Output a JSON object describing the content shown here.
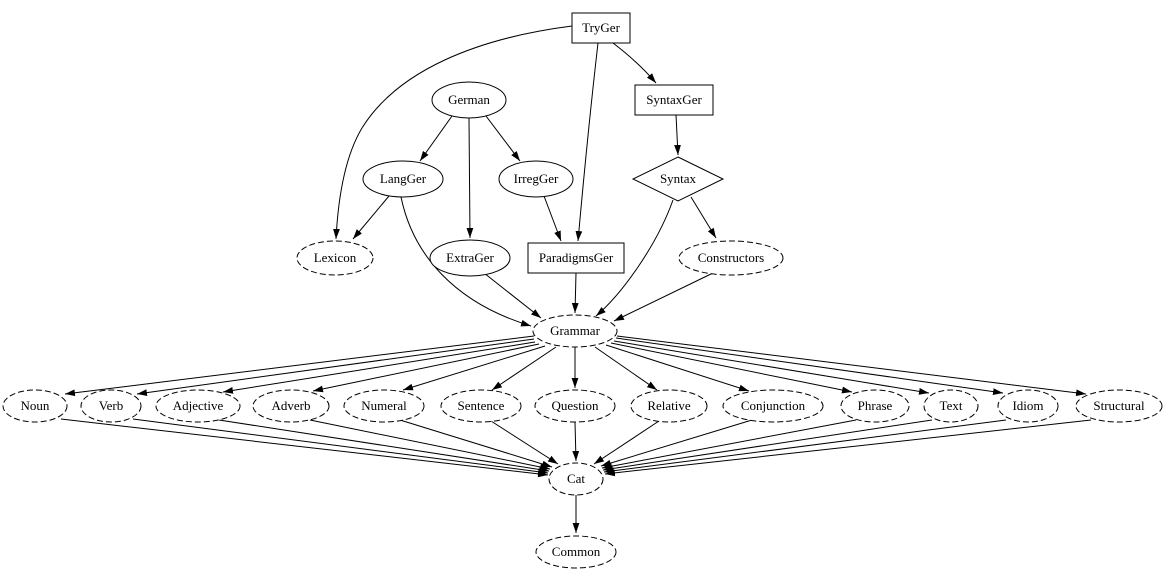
{
  "diagram": {
    "type": "dependency-graph",
    "colors": {
      "background": "#ffffff",
      "stroke": "#000000",
      "text": "#000000"
    },
    "nodes": {
      "tryger": {
        "label": "TryGer",
        "shape": "box",
        "style": "solid"
      },
      "german": {
        "label": "German",
        "shape": "ellipse",
        "style": "solid"
      },
      "syntaxger": {
        "label": "SyntaxGer",
        "shape": "box",
        "style": "solid"
      },
      "langger": {
        "label": "LangGer",
        "shape": "ellipse",
        "style": "solid"
      },
      "irregger": {
        "label": "IrregGer",
        "shape": "ellipse",
        "style": "solid"
      },
      "syntax": {
        "label": "Syntax",
        "shape": "diamond",
        "style": "solid"
      },
      "lexicon": {
        "label": "Lexicon",
        "shape": "ellipse",
        "style": "dashed"
      },
      "extrager": {
        "label": "ExtraGer",
        "shape": "ellipse",
        "style": "solid"
      },
      "paradigmsger": {
        "label": "ParadigmsGer",
        "shape": "box",
        "style": "solid"
      },
      "constructors": {
        "label": "Constructors",
        "shape": "ellipse",
        "style": "dashed"
      },
      "grammar": {
        "label": "Grammar",
        "shape": "ellipse",
        "style": "dashed"
      },
      "noun": {
        "label": "Noun",
        "shape": "ellipse",
        "style": "dashed"
      },
      "verb": {
        "label": "Verb",
        "shape": "ellipse",
        "style": "dashed"
      },
      "adjective": {
        "label": "Adjective",
        "shape": "ellipse",
        "style": "dashed"
      },
      "adverb": {
        "label": "Adverb",
        "shape": "ellipse",
        "style": "dashed"
      },
      "numeral": {
        "label": "Numeral",
        "shape": "ellipse",
        "style": "dashed"
      },
      "sentence": {
        "label": "Sentence",
        "shape": "ellipse",
        "style": "dashed"
      },
      "question": {
        "label": "Question",
        "shape": "ellipse",
        "style": "dashed"
      },
      "relative": {
        "label": "Relative",
        "shape": "ellipse",
        "style": "dashed"
      },
      "conjunction": {
        "label": "Conjunction",
        "shape": "ellipse",
        "style": "dashed"
      },
      "phrase": {
        "label": "Phrase",
        "shape": "ellipse",
        "style": "dashed"
      },
      "text": {
        "label": "Text",
        "shape": "ellipse",
        "style": "dashed"
      },
      "idiom": {
        "label": "Idiom",
        "shape": "ellipse",
        "style": "dashed"
      },
      "structural": {
        "label": "Structural",
        "shape": "ellipse",
        "style": "dashed"
      },
      "cat": {
        "label": "Cat",
        "shape": "ellipse",
        "style": "dashed"
      },
      "common": {
        "label": "Common",
        "shape": "ellipse",
        "style": "dashed"
      }
    },
    "edges": [
      [
        "TryGer",
        "SyntaxGer"
      ],
      [
        "TryGer",
        "ParadigmsGer"
      ],
      [
        "TryGer",
        "Lexicon"
      ],
      [
        "German",
        "LangGer"
      ],
      [
        "German",
        "IrregGer"
      ],
      [
        "German",
        "ExtraGer"
      ],
      [
        "SyntaxGer",
        "Syntax"
      ],
      [
        "LangGer",
        "Lexicon"
      ],
      [
        "LangGer",
        "Grammar"
      ],
      [
        "IrregGer",
        "ParadigmsGer"
      ],
      [
        "Syntax",
        "Constructors"
      ],
      [
        "Syntax",
        "Grammar"
      ],
      [
        "ExtraGer",
        "Grammar"
      ],
      [
        "ParadigmsGer",
        "Grammar"
      ],
      [
        "Constructors",
        "Grammar"
      ],
      [
        "Grammar",
        "Noun"
      ],
      [
        "Grammar",
        "Verb"
      ],
      [
        "Grammar",
        "Adjective"
      ],
      [
        "Grammar",
        "Adverb"
      ],
      [
        "Grammar",
        "Numeral"
      ],
      [
        "Grammar",
        "Sentence"
      ],
      [
        "Grammar",
        "Question"
      ],
      [
        "Grammar",
        "Relative"
      ],
      [
        "Grammar",
        "Conjunction"
      ],
      [
        "Grammar",
        "Phrase"
      ],
      [
        "Grammar",
        "Text"
      ],
      [
        "Grammar",
        "Idiom"
      ],
      [
        "Grammar",
        "Structural"
      ],
      [
        "Noun",
        "Cat"
      ],
      [
        "Verb",
        "Cat"
      ],
      [
        "Adjective",
        "Cat"
      ],
      [
        "Adverb",
        "Cat"
      ],
      [
        "Numeral",
        "Cat"
      ],
      [
        "Sentence",
        "Cat"
      ],
      [
        "Question",
        "Cat"
      ],
      [
        "Relative",
        "Cat"
      ],
      [
        "Conjunction",
        "Cat"
      ],
      [
        "Phrase",
        "Cat"
      ],
      [
        "Text",
        "Cat"
      ],
      [
        "Idiom",
        "Cat"
      ],
      [
        "Structural",
        "Cat"
      ],
      [
        "Cat",
        "Common"
      ]
    ]
  }
}
